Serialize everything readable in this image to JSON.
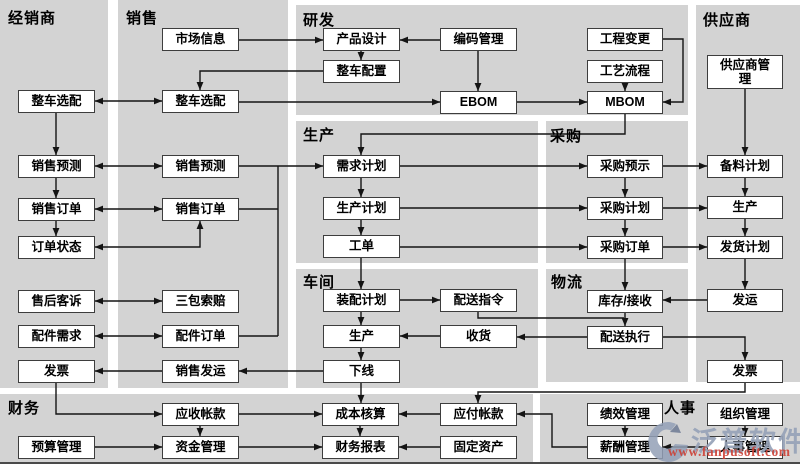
{
  "diagram": {
    "panels": {
      "dealer": "经销商",
      "sales": "销售",
      "rnd": "研发",
      "supplier": "供应商",
      "production": "生产",
      "purchasing": "采购",
      "workshop": "车间",
      "logistics": "物流",
      "finance": "财务",
      "hr": "人事"
    },
    "nodes": {
      "dealer_vehicle_option": "整车选配",
      "dealer_sales_forecast": "销售预测",
      "dealer_sales_order": "销售订单",
      "order_status": "订单状态",
      "after_sales_complaint": "售后客诉",
      "parts_demand": "配件需求",
      "dealer_invoice": "发票",
      "budget_mgmt": "预算管理",
      "market_info": "市场信息",
      "sales_vehicle_option": "整车选配",
      "sales_forecast": "销售预测",
      "sales_order": "销售订单",
      "warranty_claim": "三包索赔",
      "parts_order": "配件订单",
      "sales_shipping": "销售发运",
      "accounts_receivable": "应收帐款",
      "fund_mgmt": "资金管理",
      "product_design": "产品设计",
      "vehicle_config": "整车配置",
      "demand_plan": "需求计划",
      "production_plan": "生产计划",
      "work_order": "工单",
      "assembly_plan": "装配计划",
      "workshop_production": "生产",
      "offline": "下线",
      "cost_accounting": "成本核算",
      "financial_report": "财务报表",
      "code_mgmt": "编码管理",
      "ebom": "EBOM",
      "delivery_instruction": "配送指令",
      "goods_receipt": "收货",
      "accounts_payable": "应付帐款",
      "fixed_assets": "固定资产",
      "engineering_change": "工程变更",
      "process_flow": "工艺流程",
      "mbom": "MBOM",
      "purchase_forecast": "采购预示",
      "purchase_plan": "采购计划",
      "purchase_order": "采购订单",
      "inventory_receiving": "库存/接收",
      "delivery_execution": "配送执行",
      "performance_mgmt": "绩效管理",
      "compensation_mgmt": "薪酬管理",
      "supplier_mgmt": "供应商管理",
      "material_plan": "备料计划",
      "supplier_production": "生产",
      "shipment_plan": "发货计划",
      "shipment": "发运",
      "supplier_invoice": "发票",
      "org_mgmt": "组织管理",
      "personnel_mgmt": "人事管理"
    }
  },
  "watermark": {
    "brand": "泛普软件",
    "url": "www.fanpusoft.com"
  },
  "colors": {
    "panel_bg": "#d3d3d3",
    "box_bg": "#ffffff",
    "box_border": "#3d3d3d",
    "arrow": "#141414",
    "watermark_blue": "#96a2b7",
    "watermark_red": "#cd4035"
  }
}
